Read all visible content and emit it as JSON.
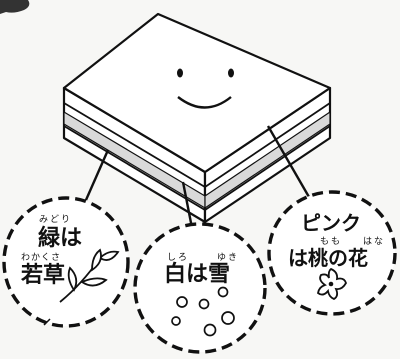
{
  "labels": {
    "green": {
      "ruby_midori": "みどり",
      "line1": "緑は",
      "ruby_wakakusa": "わかくさ",
      "line2": "若草"
    },
    "white": {
      "ruby_shiro": "しろ",
      "ruby_yuki": "ゆき",
      "line": "白は雪"
    },
    "pink": {
      "line1": "ピンク",
      "ruby_momo": "もも",
      "ruby_hana": "はな",
      "line2": "は桃の花"
    }
  },
  "icons": {
    "cake": "hishimochi-cake-icon",
    "face": "smiley-face-icon",
    "grass": "young-grass-icon",
    "snow": "snow-dots-icon",
    "flower": "peach-blossom-icon"
  }
}
